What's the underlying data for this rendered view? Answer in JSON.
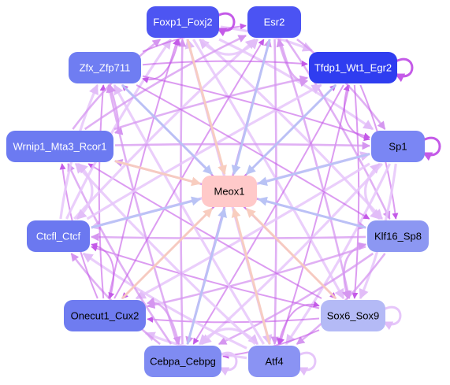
{
  "colors": {
    "edge_light": "#e6c6fa",
    "edge_mid": "#d596f0",
    "edge_strong": "#c45ae8",
    "edge_blue": "#b9c3f5",
    "edge_peach": "#f8cdbf",
    "center_fill": "#ffc9c9",
    "center_text": "#000000",
    "node_text_light": "#ffffff",
    "node_text_dark": "#000000"
  },
  "center": {
    "id": "meox1",
    "label": "Meox1"
  },
  "nodes": [
    {
      "id": "foxp1",
      "label": "Foxp1_Foxj2",
      "fill": "#4d55f2",
      "text": "light",
      "self_loop": true
    },
    {
      "id": "esr2",
      "label": "Esr2",
      "fill": "#4b53f3",
      "text": "light",
      "self_loop": false
    },
    {
      "id": "tfdp1",
      "label": "Tfdp1_Wt1_Egr2",
      "fill": "#2f3df0",
      "text": "light",
      "self_loop": true
    },
    {
      "id": "sp1",
      "label": "Sp1",
      "fill": "#7a86f4",
      "text": "dark",
      "self_loop": true
    },
    {
      "id": "klf16",
      "label": "Klf16_Sp8",
      "fill": "#8c97f2",
      "text": "dark",
      "self_loop": false
    },
    {
      "id": "sox6",
      "label": "Sox6_Sox9",
      "fill": "#b4baf6",
      "text": "dark",
      "self_loop": true
    },
    {
      "id": "atf4",
      "label": "Atf4",
      "fill": "#8a93f3",
      "text": "dark",
      "self_loop": true
    },
    {
      "id": "cebpa",
      "label": "Cebpa_Cebpg",
      "fill": "#7f8bf2",
      "text": "dark",
      "self_loop": true
    },
    {
      "id": "onecut1",
      "label": "Onecut1_Cux2",
      "fill": "#6f7cf0",
      "text": "dark",
      "self_loop": false
    },
    {
      "id": "ctcfl",
      "label": "Ctcfl_Ctcf",
      "fill": "#6b78f0",
      "text": "light",
      "self_loop": false
    },
    {
      "id": "wrnip1",
      "label": "Wrnip1_Mta3_Rcor1",
      "fill": "#6c7af1",
      "text": "light",
      "self_loop": false
    },
    {
      "id": "zfx",
      "label": "Zfx_Zfp711",
      "fill": "#6f7df2",
      "text": "light",
      "self_loop": false
    }
  ],
  "center_edges": [
    {
      "from": "foxp1",
      "color": "edge_peach"
    },
    {
      "from": "esr2",
      "color": "edge_blue"
    },
    {
      "from": "tfdp1",
      "color": "edge_blue"
    },
    {
      "from": "sp1",
      "color": "edge_blue"
    },
    {
      "from": "klf16",
      "color": "edge_blue"
    },
    {
      "from": "sox6",
      "color": "edge_peach"
    },
    {
      "from": "atf4",
      "color": "edge_peach"
    },
    {
      "from": "cebpa",
      "color": "edge_blue"
    },
    {
      "from": "onecut1",
      "color": "edge_peach"
    },
    {
      "from": "ctcfl",
      "color": "edge_blue"
    },
    {
      "from": "wrnip1",
      "color": "edge_peach"
    },
    {
      "from": "zfx",
      "color": "edge_blue"
    }
  ]
}
